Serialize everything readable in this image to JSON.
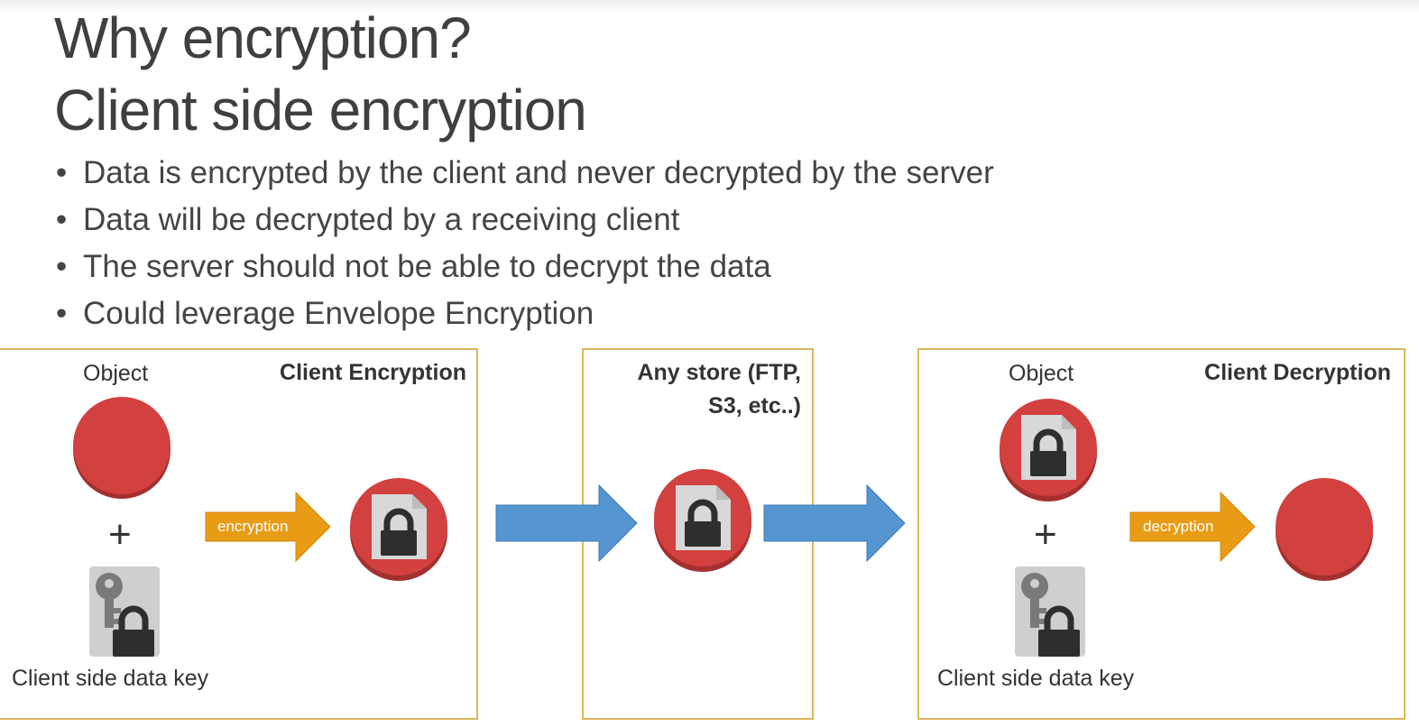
{
  "title": "Why encryption?",
  "subtitle": "Client side encryption",
  "bullets": [
    "Data is encrypted by the client and never decrypted by the server",
    "Data will be decrypted by a receiving client",
    "The server should not be able to decrypt the data",
    "Could leverage Envelope Encryption"
  ],
  "bullet_glyph": "•",
  "diagram": {
    "client_encryption": {
      "heading": "Client Encryption",
      "object_label": "Object",
      "plus": "+",
      "key_label": "Client side data key",
      "arrow_label": "encryption"
    },
    "store": {
      "heading_line1": "Any store (FTP,",
      "heading_line2": "S3, etc..)"
    },
    "client_decryption": {
      "heading": "Client Decryption",
      "object_label": "Object",
      "plus": "+",
      "key_label": "Client side data key",
      "arrow_label": "decryption"
    }
  },
  "colors": {
    "object_red": "#d2403f",
    "orange_arrow": "#e89c16",
    "blue_arrow": "#5595d0",
    "box_border": "#dcb65c"
  },
  "icons": [
    "object-icon",
    "encrypted-object-icon",
    "data-key-icon",
    "arrow-right-icon"
  ]
}
